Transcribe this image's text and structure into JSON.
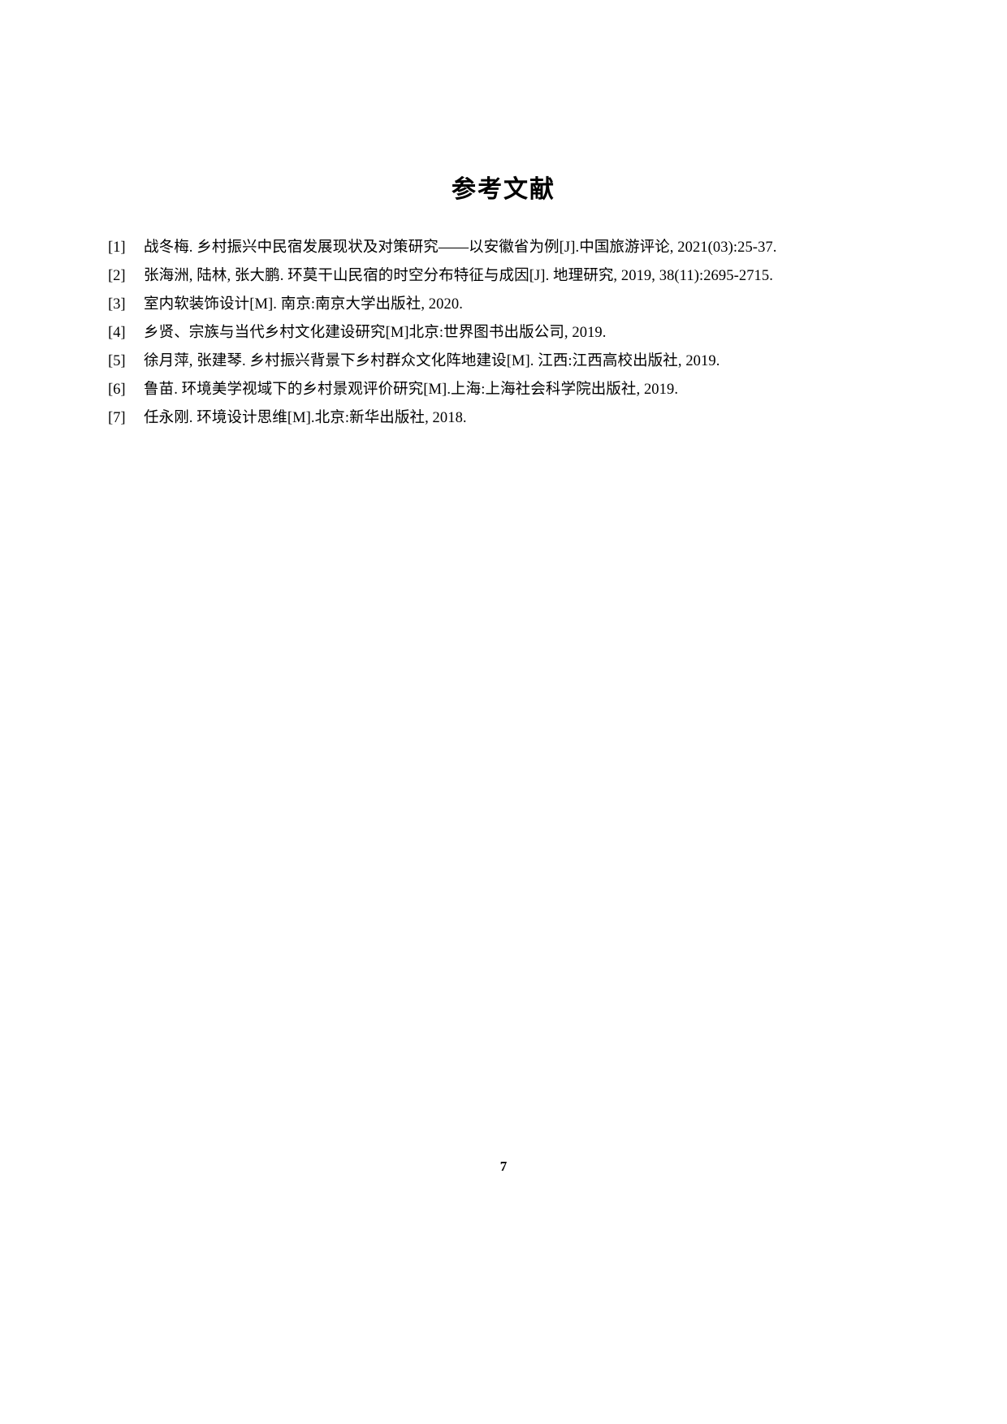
{
  "document": {
    "title": "参考文献",
    "page_number": "7"
  },
  "references": [
    {
      "marker": "[1]",
      "text": "战冬梅. 乡村振兴中民宿发展现状及对策研究——以安徽省为例[J].中国旅游评论, 2021(03):25-37."
    },
    {
      "marker": "[2]",
      "text": "张海洲, 陆林, 张大鹏. 环莫干山民宿的时空分布特征与成因[J]. 地理研究, 2019, 38(11):2695-2715."
    },
    {
      "marker": "[3]",
      "text": "室内软装饰设计[M]. 南京:南京大学出版社, 2020."
    },
    {
      "marker": "[4]",
      "text": "乡贤、宗族与当代乡村文化建设研究[M]北京:世界图书出版公司, 2019."
    },
    {
      "marker": "[5]",
      "text": "徐月萍, 张建琴. 乡村振兴背景下乡村群众文化阵地建设[M]. 江西:江西高校出版社, 2019."
    },
    {
      "marker": "[6]",
      "text": "鲁苗. 环境美学视域下的乡村景观评价研究[M].上海:上海社会科学院出版社, 2019."
    },
    {
      "marker": "[7]",
      "text": "任永刚. 环境设计思维[M].北京:新华出版社, 2018."
    }
  ]
}
